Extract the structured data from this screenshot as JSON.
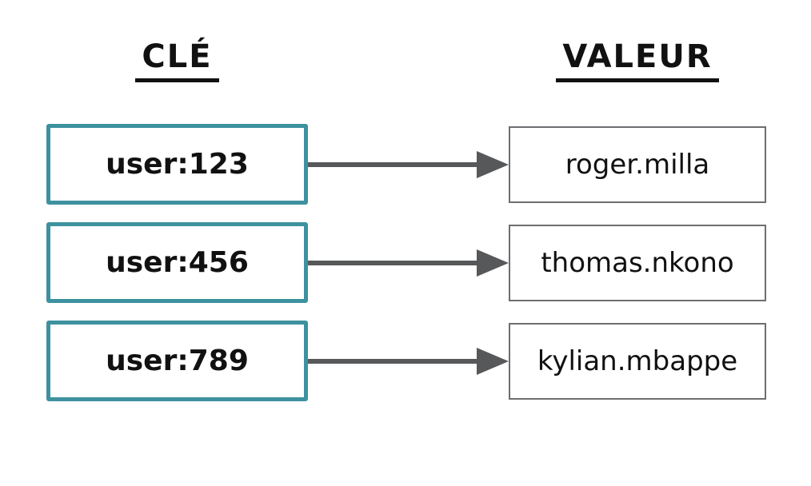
{
  "diagram": {
    "headers": {
      "key": "CLÉ",
      "value": "VALEUR"
    },
    "rows": [
      {
        "key": "user:123",
        "value": "roger.milla"
      },
      {
        "key": "user:456",
        "value": "thomas.nkono"
      },
      {
        "key": "user:789",
        "value": "kylian.mbappe"
      }
    ],
    "colors": {
      "key_box_border": "#3e919f",
      "value_box_border": "#6d6e71",
      "arrow": "#57585a",
      "text": "#111111",
      "background": "#ffffff"
    },
    "icons": {
      "arrow": "right-arrow-icon"
    }
  }
}
